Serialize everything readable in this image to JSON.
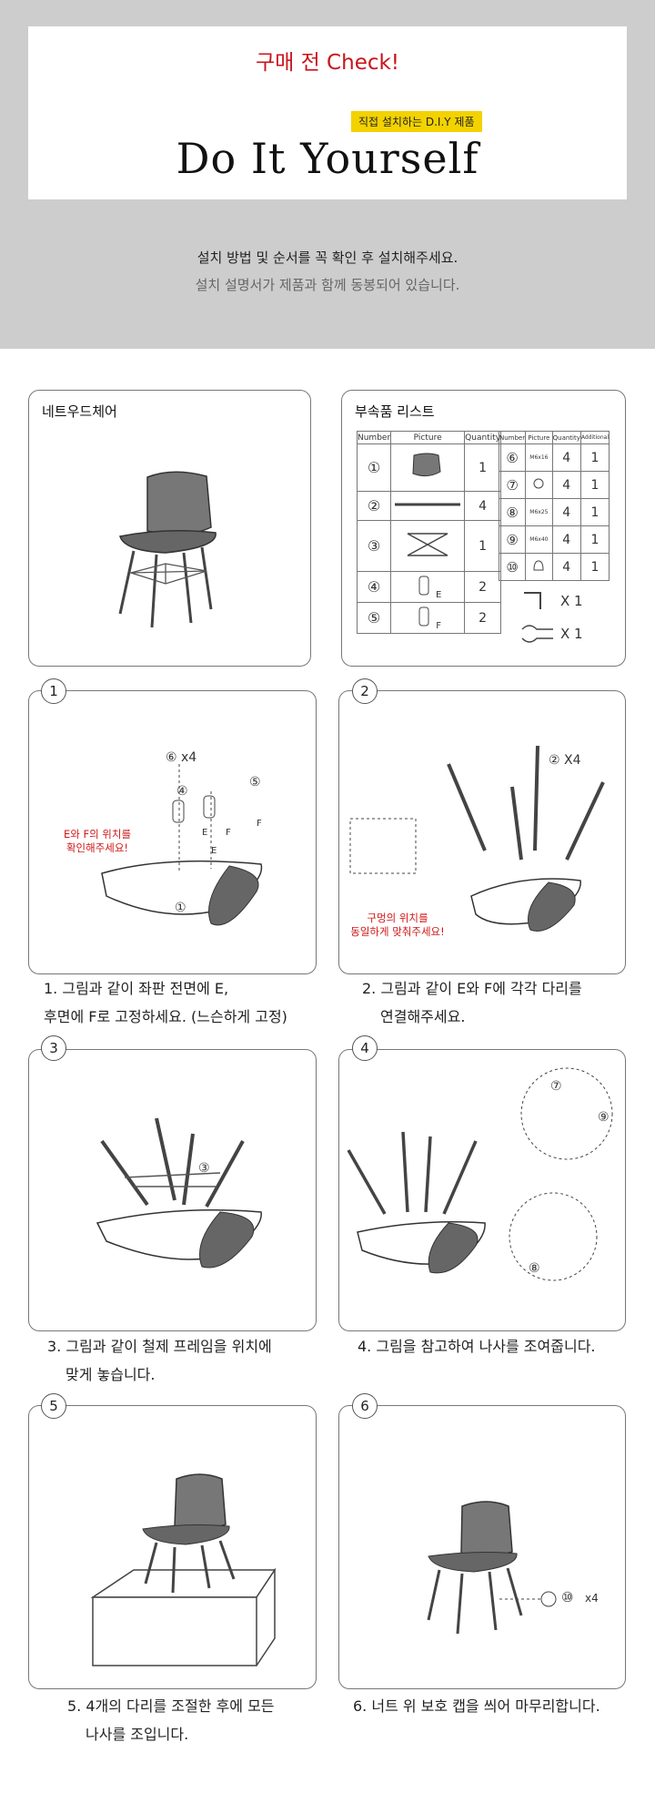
{
  "header": {
    "check_label": "구매 전 Check!",
    "badge_label": "직접 설치하는 D.I.Y 제품",
    "title": "Do It Yourself",
    "line1": "설치 방법 및 순서를 꼭 확인 후 설치해주세요.",
    "line2": "설치 설명서가 제품과 함께 동봉되어 있습니다."
  },
  "product": {
    "title": "네트우드체어"
  },
  "parts": {
    "title": "부속품 리스트",
    "left_headers": [
      "Number",
      "Picture",
      "Quantity"
    ],
    "right_headers": [
      "Number",
      "Picture",
      "Quantity",
      "Additional"
    ],
    "left_rows": [
      {
        "no": "①",
        "qty": "1"
      },
      {
        "no": "②",
        "qty": "4"
      },
      {
        "no": "③",
        "qty": "1"
      },
      {
        "no": "④",
        "qty": "2",
        "tag": "E"
      },
      {
        "no": "⑤",
        "qty": "2",
        "tag": "F"
      }
    ],
    "right_rows": [
      {
        "no": "⑥",
        "size": "M6x16",
        "qty": "4",
        "extra": "1"
      },
      {
        "no": "⑦",
        "size": "",
        "qty": "4",
        "extra": "1"
      },
      {
        "no": "⑧",
        "size": "M6x25",
        "qty": "4",
        "extra": "1"
      },
      {
        "no": "⑨",
        "size": "M6x40",
        "qty": "4",
        "extra": "1"
      },
      {
        "no": "⑩",
        "size": "",
        "qty": "4",
        "extra": "1"
      }
    ],
    "tools": [
      "X 1",
      "X 1"
    ]
  },
  "steps": [
    {
      "num": "1",
      "labels": [
        "⑥ x4",
        "④",
        "⑤",
        "①",
        "E",
        "F",
        "F",
        "E"
      ],
      "note": [
        "E와 F의 위치를",
        "확인해주세요!"
      ],
      "caption": [
        "1. 그림과 같이 좌판 전면에 E,",
        "후면에 F로 고정하세요. (느슨하게 고정)"
      ]
    },
    {
      "num": "2",
      "labels": [
        "② X4"
      ],
      "note": [
        "구멍의 위치를",
        "동일하게 맞춰주세요!"
      ],
      "caption": [
        "2. 그림과 같이 E와 F에 각각 다리를",
        "연결해주세요."
      ]
    },
    {
      "num": "3",
      "labels": [
        "③"
      ],
      "caption": [
        "3. 그림과 같이 철제 프레임을 위치에",
        "맞게 놓습니다."
      ]
    },
    {
      "num": "4",
      "labels": [
        "⑦",
        "⑨",
        "⑧"
      ],
      "caption": [
        "4. 그림을 참고하여 나사를 조여줍니다."
      ]
    },
    {
      "num": "5",
      "caption": [
        "5. 4개의 다리를 조절한 후에 모든",
        "나사를 조입니다."
      ]
    },
    {
      "num": "6",
      "labels": [
        "⑩",
        "x4"
      ],
      "caption": [
        "6. 너트 위 보호 캡을 씌어 마무리합니다."
      ]
    }
  ]
}
